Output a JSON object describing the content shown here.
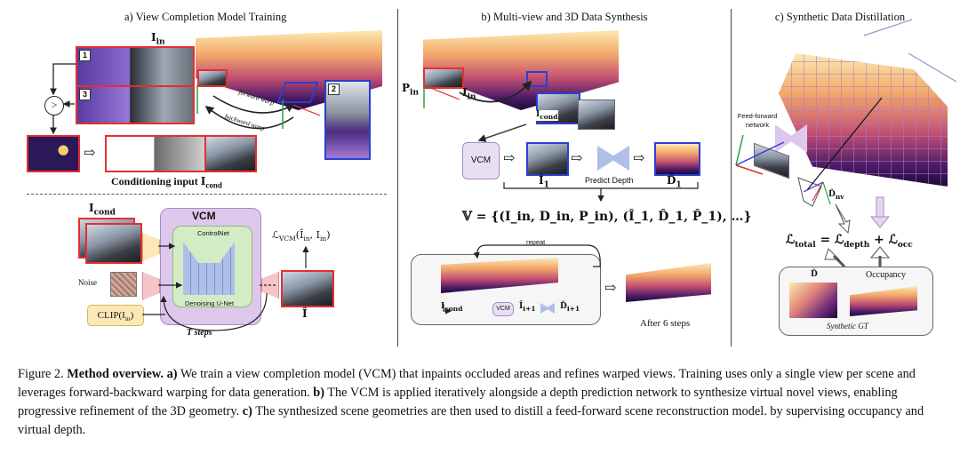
{
  "panels": {
    "a": {
      "title": "a) View Completion Model Training",
      "i_in": "I",
      "i_in_sub": "in",
      "tag1": "1",
      "tag2": "2",
      "tag3": "3",
      "compare": ">",
      "forward_warp": "forward warp",
      "backward_warp": "backward warp",
      "conditioning_label": "Conditioning input ",
      "conditioning_sym": "I",
      "conditioning_sub": "cond",
      "i_cond": "I",
      "i_cond_sub": "cond",
      "vcm": "VCM",
      "controlnet": "ControlNet",
      "denoising_unet": "Denoising U-Net",
      "noise": "Noise",
      "clip": "CLIP(I",
      "clip_sub": "in",
      "clip_close": ")",
      "t_steps": "T steps",
      "loss": "ℒ",
      "loss_sub": "VCM",
      "loss_args": "(Î",
      "loss_args_sub": "in",
      "loss_args2": ", I",
      "loss_args2_sub": "in",
      "loss_close": ")",
      "i_hat": "Î"
    },
    "b": {
      "title": "b) Multi-view and 3D Data Synthesis",
      "p_in": "P",
      "p_in_sub": "in",
      "i_in": "I",
      "i_in_sub": "in",
      "i_cond": "I",
      "i_cond_sub": "cond",
      "vcm": "VCM",
      "i_hat_1": "Î",
      "i_hat_1_sub": "1",
      "predict_depth": "Predict Depth",
      "d_hat_1": "D̂",
      "d_hat_1_sub": "1",
      "set_formula": "𝕍 = {(I_in, D_in, P_in), (Î_1, D̂_1, P̂_1), …}",
      "repeat": "repeat",
      "loop_i_cond": "I",
      "loop_i_cond_sub": "cond",
      "loop_vcm": "VCM",
      "loop_i_hat": "Î",
      "loop_i_hat_sub": "i+1",
      "loop_d_hat": "D̂",
      "loop_d_hat_sub": "i+1",
      "after_steps": "After 6 steps"
    },
    "c": {
      "title": "c) Synthetic Data Distillation",
      "feed_forward": "Feed-forward",
      "network": "network",
      "d_nv": "D̂",
      "d_nv_sub": "nv",
      "loss_total": "ℒ",
      "loss_total_sub": "total",
      "eq": " = ℒ",
      "loss_depth_sub": "depth",
      "plus": " + ℒ",
      "loss_occ_sub": "occ",
      "d_hat": "D̂",
      "occupancy": "Occupancy",
      "synthetic_gt": "Synthetic GT"
    }
  },
  "caption": {
    "figure": "Figure 2.",
    "bold_title": "Method overview.",
    "a_label": "a)",
    "a_text": " We train a view completion model (VCM) that inpaints occluded areas and refines warped views. Training uses only a single view per scene and leverages forward-backward warping for data generation. ",
    "b_label": "b)",
    "b_text": " The VCM is applied iteratively alongside a depth prediction network to synthesize virtual novel views, enabling progressive refinement of the 3D geometry. ",
    "c_label": "c)",
    "c_text": " The synthesized scene geometries are then used to distill a feed-forward scene reconstruction model. by supervising occupancy and virtual depth."
  },
  "colors": {
    "red_frame": "#e23030",
    "blue_frame": "#2a3fd0",
    "vcm_purple": "#ddc8ec",
    "unet_blue": "#aebfe8",
    "controlnet_green": "#d4ecc6",
    "input_yellow": "#fbe8b6",
    "noise_pink": "#f6c5c8"
  },
  "icons": [
    "compare-circle-icon",
    "hollow-arrow-icon",
    "bowtie-network-icon",
    "camera-frustum-icon"
  ]
}
